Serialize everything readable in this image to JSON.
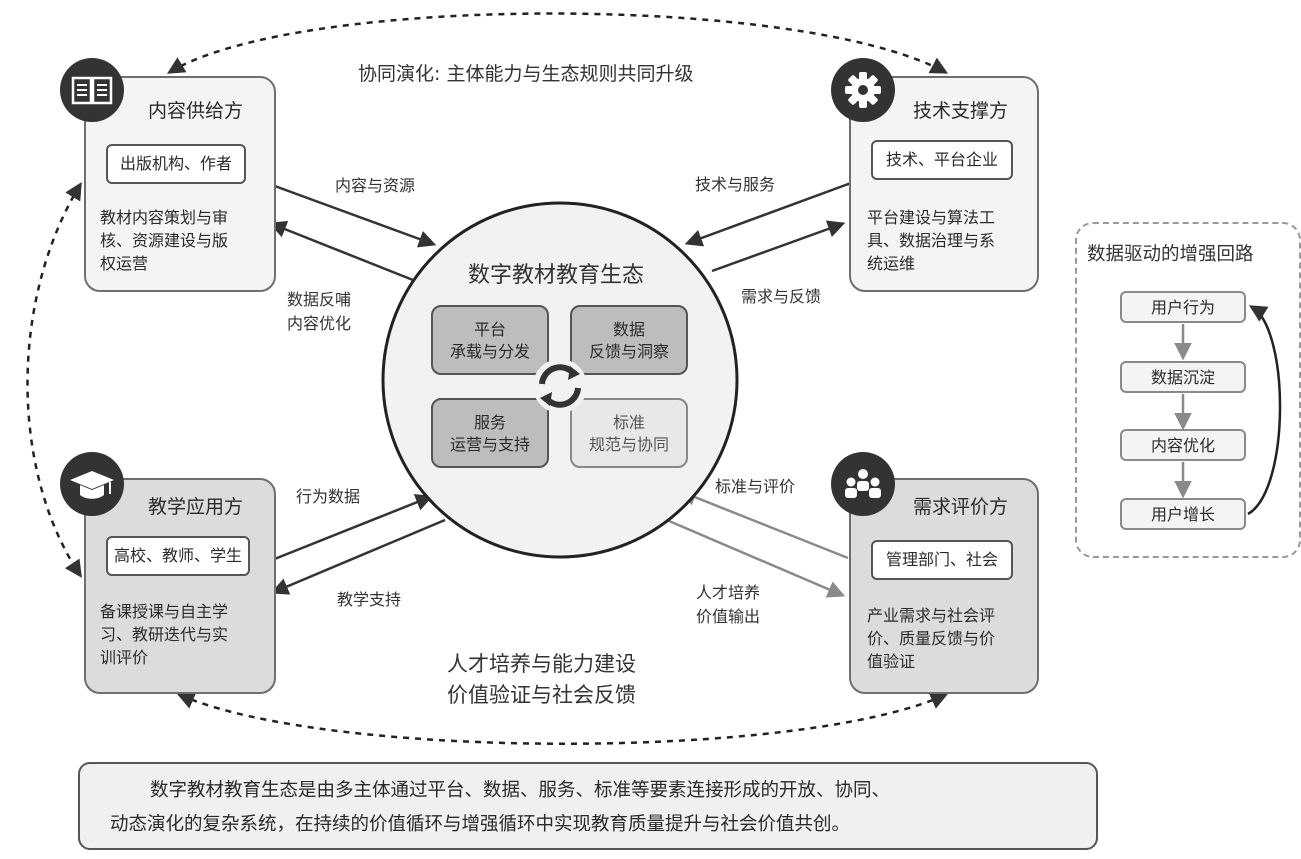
{
  "top_cycle_label": "协同演化: 主体能力与生态规则共同升级",
  "bottom_cycle_label_1": "人才培养与能力建设",
  "bottom_cycle_label_2": "价值验证与社会反馈",
  "center": {
    "title": "数字教材教育生态",
    "quadrants": [
      {
        "line1": "平台",
        "line2": "承载与分发"
      },
      {
        "line1": "数据",
        "line2": "反馈与洞察"
      },
      {
        "line1": "服务",
        "line2": "运营与支持"
      },
      {
        "line1": "标准",
        "line2": "规范与协同"
      }
    ]
  },
  "stakeholders": {
    "content": {
      "title": "内容供给方",
      "sub": "出版机构、作者",
      "desc": [
        "教材内容策划与审",
        "核、资源建设与版",
        "权运营"
      ],
      "icon": "book-icon"
    },
    "tech": {
      "title": "技术支撑方",
      "sub": "技术、平台企业",
      "desc": [
        "平台建设与算法工",
        "具、数据治理与系",
        "统运维"
      ],
      "icon": "gear-icon"
    },
    "teaching": {
      "title": "教学应用方",
      "sub": "高校、教师、学生",
      "desc": [
        "备课授课与自主学",
        "习、教研迭代与实",
        "训评价"
      ],
      "icon": "graduation-cap-icon"
    },
    "demand": {
      "title": "需求评价方",
      "sub": "管理部门、社会",
      "desc": [
        "产业需求与社会评",
        "价、质量反馈与价",
        "值验证"
      ],
      "icon": "people-group-icon"
    }
  },
  "flows": {
    "content_to_center": "内容与资源",
    "center_to_content": [
      "数据反哺",
      "内容优化"
    ],
    "tech_to_center": "技术与服务",
    "center_to_tech": "需求与反馈",
    "teaching_to_center": "行为数据",
    "center_to_teaching": "教学支持",
    "demand_to_center": "标准与评价",
    "center_to_demand": [
      "人才培养",
      "价值输出"
    ]
  },
  "loop": {
    "title": "数据驱动的增强回路",
    "nodes": [
      "用户行为",
      "数据沉淀",
      "内容优化",
      "用户增长"
    ]
  },
  "summary": {
    "line1": "数字教材教育生态是由多主体通过平台、数据、服务、标准等要素连接形成的开放、协同、",
    "line2": "动态演化的复杂系统，在持续的价值循环与增强循环中实现教育质量提升与社会价值共创。"
  }
}
